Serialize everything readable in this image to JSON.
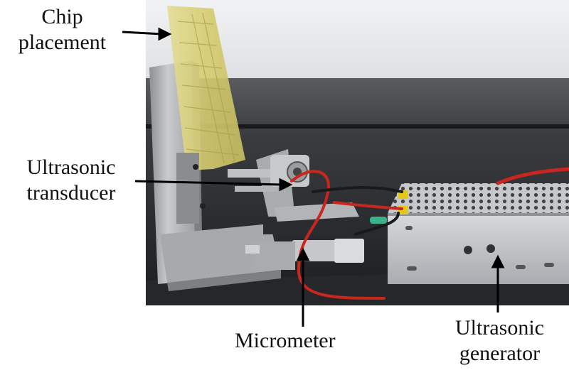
{
  "labels": {
    "chip": [
      "Chip",
      "placement"
    ],
    "transducer": [
      "Ultrasonic",
      "transducer"
    ],
    "micrometer": "Micrometer",
    "generator": [
      "Ultrasonic",
      "generator"
    ]
  },
  "colors": {
    "wall": "#e6e8ea",
    "bench": "#1c1d20",
    "aluminum": "#b9bcbf",
    "chip": "#d8d078",
    "cable": "#cc2b22"
  }
}
